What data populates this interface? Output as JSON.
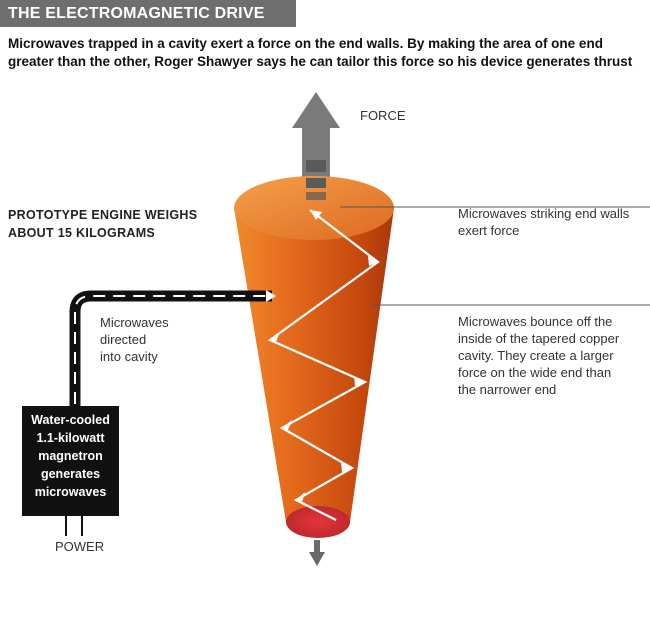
{
  "header": {
    "title": "THE ELECTROMAGNETIC DRIVE",
    "subtitle_lines": [
      "Microwaves trapped in a cavity exert a force on the end walls. By making the area of one end",
      "greater than the other, Roger Shawyer says he can tailor this force so his device generates thrust"
    ]
  },
  "labels": {
    "force": "FORCE",
    "prototype": [
      "PROTOTYPE ENGINE WEIGHS",
      "ABOUT 15 KILOGRAMS"
    ],
    "microwaves_directed": [
      "Microwaves",
      "directed",
      "into cavity"
    ],
    "end_walls": [
      "Microwaves striking end walls",
      "exert force"
    ],
    "bounce": [
      "Microwaves bounce off the",
      "inside of the tapered copper",
      "cavity. They create a larger",
      "force on the wide end than",
      "the narrower end"
    ],
    "magnetron": [
      "Water-cooled",
      "1.1-kilowatt",
      "magnetron",
      "generates",
      "microwaves"
    ],
    "power": "POWER"
  },
  "colors": {
    "title_bg": "#6e6e6e",
    "cone_orange": "#e0651a",
    "cone_dark": "#b8420a",
    "arrow_grey": "#7a7a7a",
    "waveguide": "#111111"
  }
}
